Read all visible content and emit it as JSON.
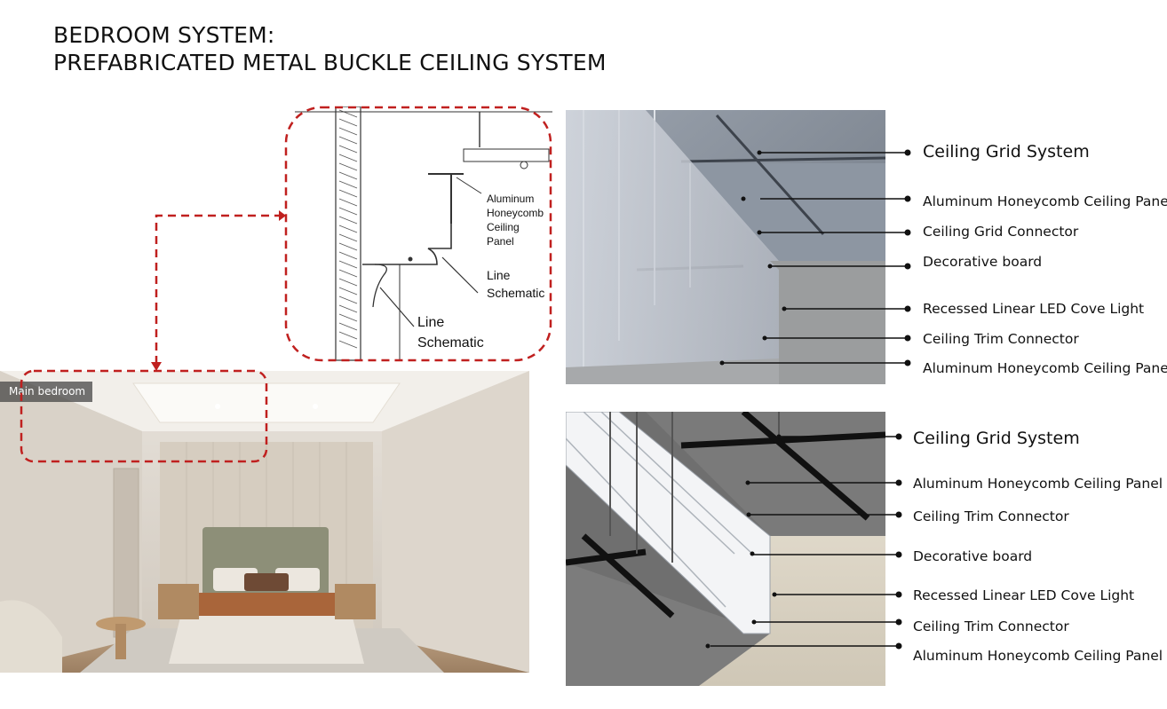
{
  "title": {
    "line1": "BEDROOM SYSTEM:",
    "line2": "PREFABRICATED METAL BUCKLE CEILING SYSTEM"
  },
  "photo": {
    "tag": "Main bedroom"
  },
  "section_detail": {
    "callout_panel": [
      "Aluminum",
      "Honeycomb",
      "Ceiling",
      "Panel"
    ],
    "callout_line1": [
      "Line",
      "Schematic"
    ],
    "callout_line2": [
      "Line",
      "Schematic"
    ]
  },
  "diagram_top": {
    "labels": [
      "Ceiling Grid System",
      "Aluminum Honeycomb Ceiling Panel",
      "Ceiling Grid Connector",
      "Decorative board",
      "Recessed Linear LED Cove Light",
      "Ceiling Trim Connector",
      "Aluminum Honeycomb Ceiling Panel"
    ]
  },
  "diagram_bottom": {
    "labels": [
      "Ceiling Grid System",
      "Aluminum Honeycomb Ceiling Panel",
      "Ceiling Trim Connector",
      "Decorative board",
      "Recessed Linear LED Cove Light",
      "Ceiling Trim Connector",
      "Aluminum Honeycomb Ceiling Panel"
    ]
  },
  "colors": {
    "dashed_highlight": "#c0201f",
    "concrete": "#8a8a8a",
    "metal": "#c7ccd3",
    "wall": "#d8d0c4"
  }
}
